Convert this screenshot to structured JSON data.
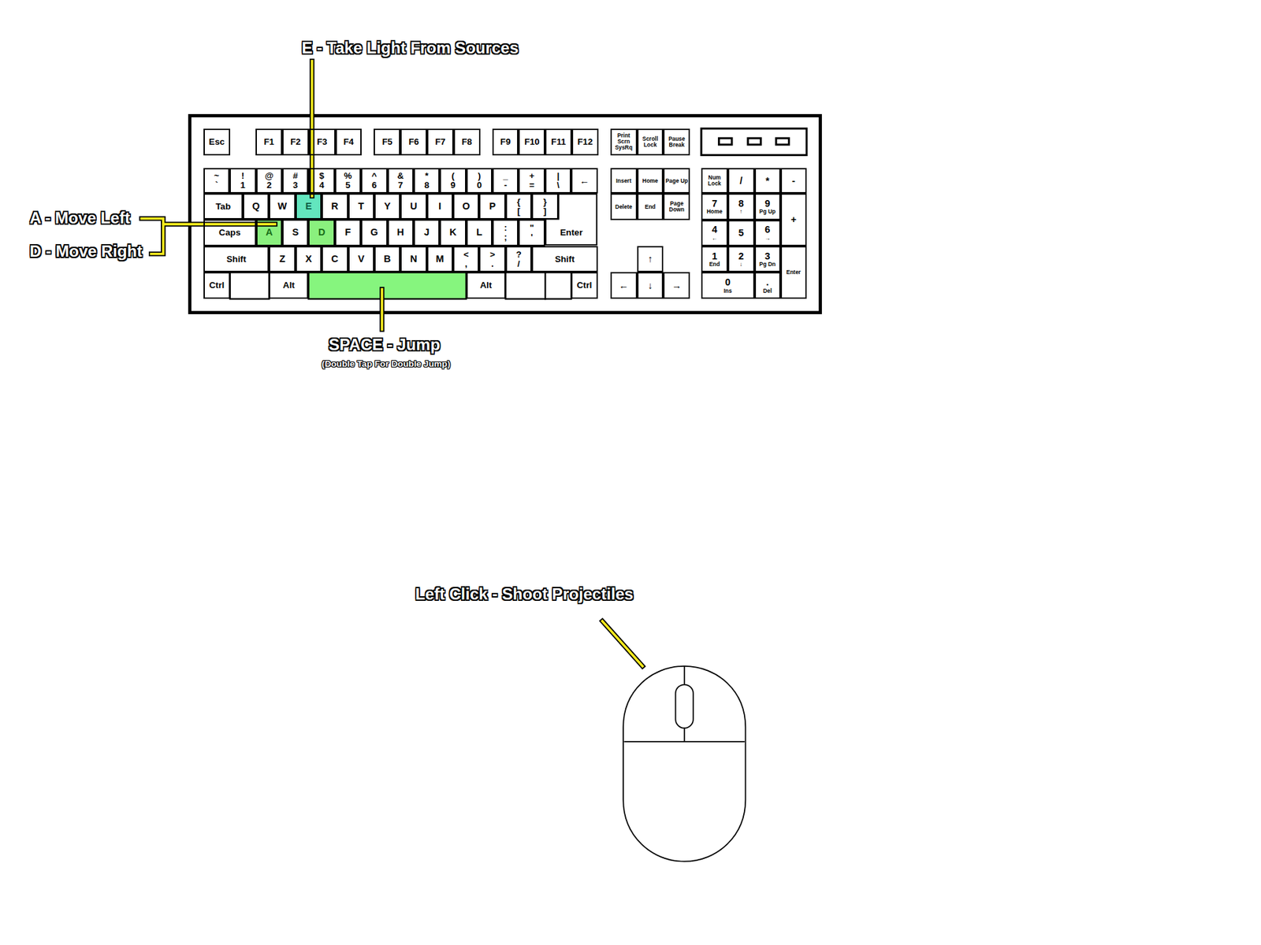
{
  "diagram": {
    "nodes": [
      {
        "text": [
          "Esc"
        ]
      },
      {
        "text": [
          "F1"
        ]
      },
      {
        "text": [
          "F2"
        ]
      },
      {
        "text": [
          "F3"
        ]
      },
      {
        "text": [
          "F4"
        ]
      },
      {
        "text": [
          "F5"
        ]
      },
      {
        "text": [
          "F6"
        ]
      },
      {
        "text": [
          "F7"
        ]
      },
      {
        "text": [
          "F8"
        ]
      },
      {
        "text": [
          "F9"
        ]
      },
      {
        "text": [
          "F10"
        ]
      },
      {
        "text": [
          "F11"
        ]
      },
      {
        "text": [
          "F12"
        ]
      },
      {
        "text": [
          "Print Scrn SysRq"
        ]
      },
      {
        "text": [
          "Scroll Lock"
        ]
      },
      {
        "text": [
          "Pause Break"
        ]
      },
      {
        "text": [
          "~",
          "`"
        ]
      },
      {
        "text": [
          "!",
          "1"
        ]
      },
      {
        "text": [
          "@",
          "2"
        ]
      },
      {
        "text": [
          "#",
          "3"
        ]
      },
      {
        "text": [
          "$",
          "4"
        ]
      },
      {
        "text": [
          "%",
          "5"
        ]
      },
      {
        "text": [
          "^",
          "6"
        ]
      },
      {
        "text": [
          "&",
          "7"
        ]
      },
      {
        "text": [
          "*",
          "8"
        ]
      },
      {
        "text": [
          "(",
          "9"
        ]
      },
      {
        "text": [
          ")",
          "0"
        ]
      },
      {
        "text": [
          "_",
          "-"
        ]
      },
      {
        "text": [
          "+",
          "="
        ]
      },
      {
        "text": [
          "|",
          "\\"
        ]
      },
      {
        "text": [
          "←"
        ]
      },
      {
        "text": [
          "Insert"
        ]
      },
      {
        "text": [
          "Home"
        ]
      },
      {
        "text": [
          "Page Up"
        ]
      },
      {
        "text": [
          "Num Lock"
        ]
      },
      {
        "text": [
          "/"
        ]
      },
      {
        "text": [
          "*"
        ]
      },
      {
        "text": [
          "-"
        ]
      },
      {
        "text": [
          "Tab"
        ]
      },
      {
        "text": [
          "Q"
        ]
      },
      {
        "text": [
          "W"
        ]
      },
      {
        "text": [
          "E"
        ]
      },
      {
        "text": [
          "R"
        ]
      },
      {
        "text": [
          "T"
        ]
      },
      {
        "text": [
          "Y"
        ]
      },
      {
        "text": [
          "U"
        ]
      },
      {
        "text": [
          "I"
        ]
      },
      {
        "text": [
          "O"
        ]
      },
      {
        "text": [
          "P"
        ]
      },
      {
        "text": [
          "{",
          "["
        ]
      },
      {
        "text": [
          "}",
          "]"
        ]
      },
      {
        "text": [
          "Enter"
        ]
      },
      {
        "text": [
          "Delete"
        ]
      },
      {
        "text": [
          "End"
        ]
      },
      {
        "text": [
          "Page Down"
        ]
      },
      {
        "text": [
          "7",
          "Home"
        ]
      },
      {
        "text": [
          "8",
          "↑"
        ]
      },
      {
        "text": [
          "9",
          "Pg Up"
        ]
      },
      {
        "text": [
          "+"
        ]
      },
      {
        "text": [
          "Caps"
        ]
      },
      {
        "text": [
          "A"
        ]
      },
      {
        "text": [
          "S"
        ]
      },
      {
        "text": [
          "D"
        ]
      },
      {
        "text": [
          "F"
        ]
      },
      {
        "text": [
          "G"
        ]
      },
      {
        "text": [
          "H"
        ]
      },
      {
        "text": [
          "J"
        ]
      },
      {
        "text": [
          "K"
        ]
      },
      {
        "text": [
          "L"
        ]
      },
      {
        "text": [
          ":",
          ";"
        ]
      },
      {
        "text": [
          "\"",
          "'"
        ]
      },
      {
        "text": [
          "4",
          "←"
        ]
      },
      {
        "text": [
          "5"
        ]
      },
      {
        "text": [
          "6",
          "→"
        ]
      },
      {
        "text": [
          "Shift"
        ]
      },
      {
        "text": [
          "Z"
        ]
      },
      {
        "text": [
          "X"
        ]
      },
      {
        "text": [
          "C"
        ]
      },
      {
        "text": [
          "V"
        ]
      },
      {
        "text": [
          "B"
        ]
      },
      {
        "text": [
          "N"
        ]
      },
      {
        "text": [
          "M"
        ]
      },
      {
        "text": [
          "<",
          ","
        ]
      },
      {
        "text": [
          ">",
          "."
        ]
      },
      {
        "text": [
          "?",
          "/"
        ]
      },
      {
        "text": [
          "Shift"
        ]
      },
      {
        "text": [
          "↑"
        ]
      },
      {
        "text": [
          "1",
          "End"
        ]
      },
      {
        "text": [
          "2",
          "↓"
        ]
      },
      {
        "text": [
          "3",
          "Pg Dn"
        ]
      },
      {
        "text": [
          "Enter"
        ]
      },
      {
        "text": [
          "Ctrl"
        ]
      },
      {
        "text": [
          "Alt"
        ]
      },
      {
        "text": [
          "Alt"
        ]
      },
      {
        "text": [
          "Ctrl"
        ]
      },
      {
        "text": [
          "←"
        ]
      },
      {
        "text": [
          "↓"
        ]
      },
      {
        "text": [
          "→"
        ]
      },
      {
        "text": [
          "0",
          "Ins"
        ]
      },
      {
        "text": [
          ".",
          "Del"
        ]
      }
    ],
    "labels": [
      "E - Take Light From Sources",
      "A - Move Left",
      "D - Move Right",
      "SPACE - Jump",
      "(Double Tap For Double Jump)",
      "Left Click - Shoot Projectiles"
    ]
  }
}
